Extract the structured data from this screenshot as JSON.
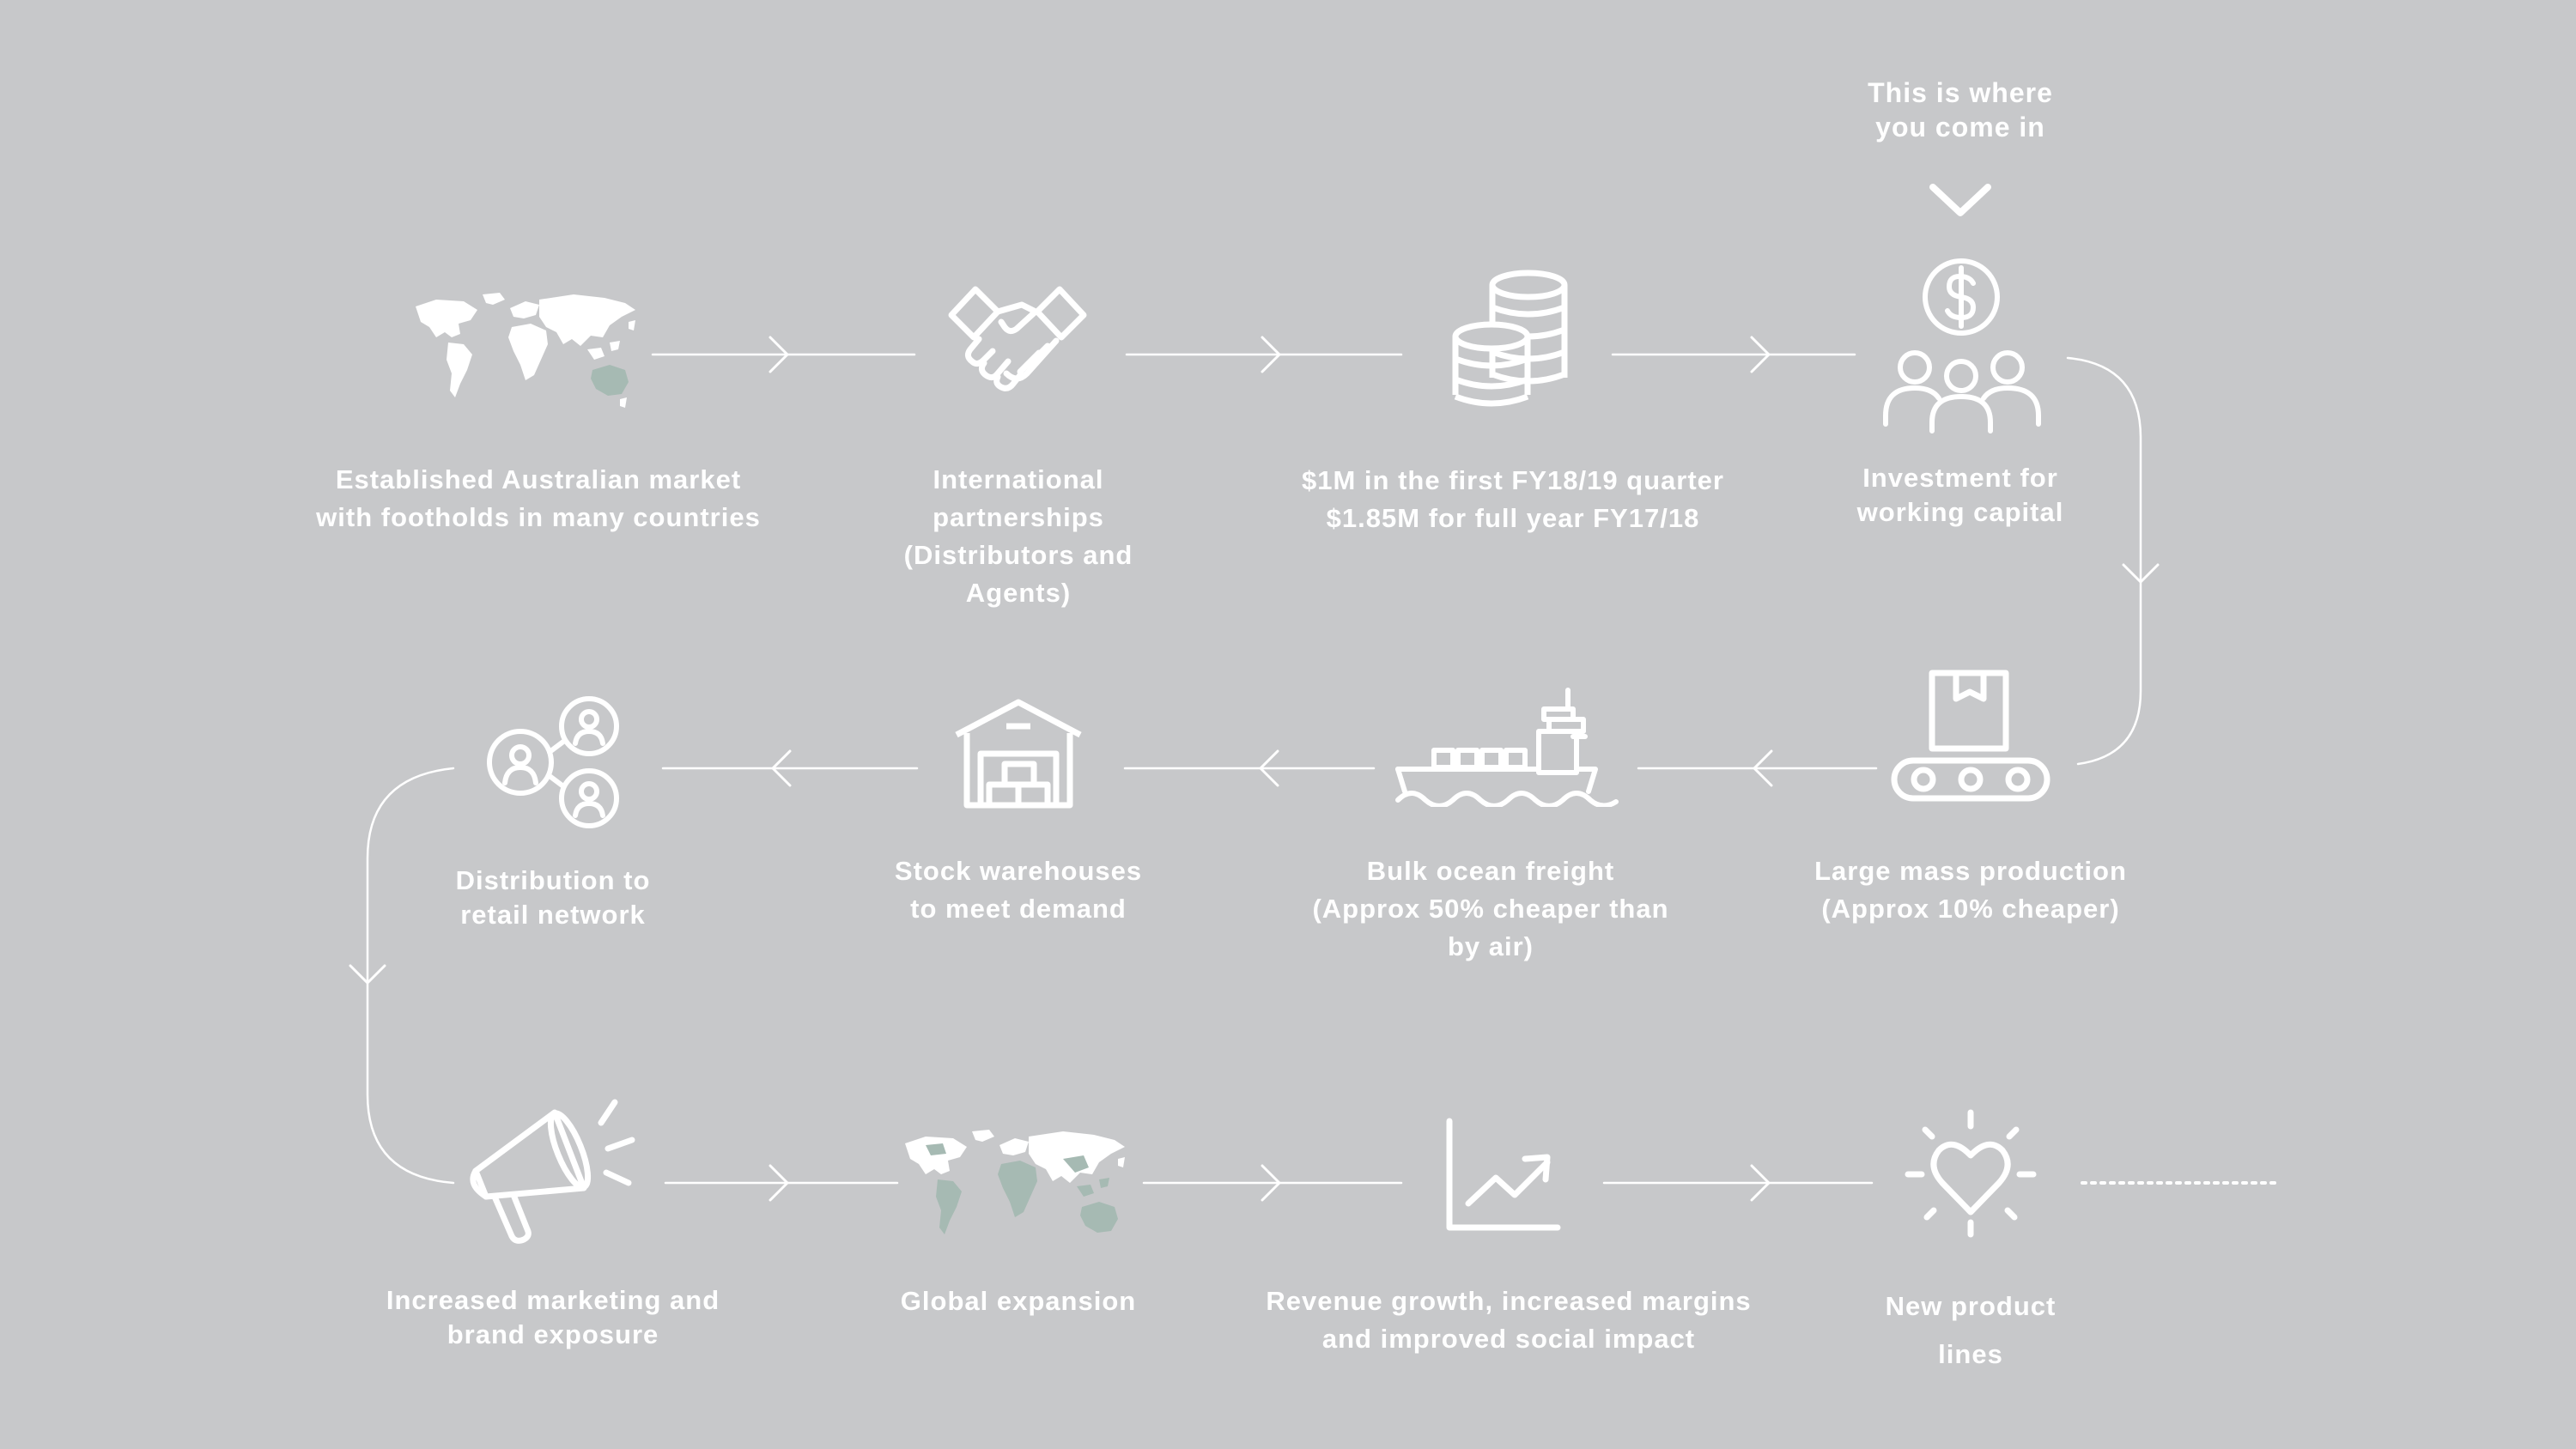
{
  "colors": {
    "background": "#c7c8ca",
    "stroke": "#ffffff",
    "map_accent": "#a6bab3"
  },
  "callout": {
    "lines": [
      "This is where",
      "you come in"
    ],
    "icon": "chevron-down-icon"
  },
  "steps": [
    {
      "id": "australian-market",
      "icon": "world-map-australia-icon",
      "lines": [
        "Established Australian market",
        "with footholds in many countries"
      ]
    },
    {
      "id": "international-partnerships",
      "icon": "handshake-icon",
      "lines": [
        "International",
        "partnerships",
        "(Distributors and",
        "Agents)"
      ]
    },
    {
      "id": "revenue",
      "icon": "coin-stacks-icon",
      "lines": [
        "$1M in the first FY18/19 quarter",
        "$1.85M for full year FY17/18"
      ]
    },
    {
      "id": "investment",
      "icon": "investor-group-icon",
      "lines": [
        "Investment for",
        "working capital"
      ]
    },
    {
      "id": "mass-production",
      "icon": "conveyor-box-icon",
      "lines": [
        "Large mass production",
        "(Approx 10% cheaper)"
      ]
    },
    {
      "id": "ocean-freight",
      "icon": "cargo-ship-icon",
      "lines": [
        "Bulk ocean freight",
        "(Approx 50% cheaper than",
        "by air)"
      ]
    },
    {
      "id": "warehouses",
      "icon": "warehouse-icon",
      "lines": [
        "Stock warehouses",
        "to meet demand"
      ]
    },
    {
      "id": "distribution",
      "icon": "network-people-icon",
      "lines": [
        "Distribution to",
        "retail network"
      ]
    },
    {
      "id": "marketing",
      "icon": "megaphone-icon",
      "lines": [
        "Increased marketing and",
        "brand exposure"
      ]
    },
    {
      "id": "global-expansion",
      "icon": "world-map-global-icon",
      "lines": [
        "Global expansion"
      ]
    },
    {
      "id": "revenue-growth",
      "icon": "growth-chart-icon",
      "lines": [
        "Revenue growth, increased margins",
        "and improved social impact"
      ]
    },
    {
      "id": "new-products",
      "icon": "heart-bulb-icon",
      "lines": [
        "New product",
        "lines"
      ]
    }
  ]
}
